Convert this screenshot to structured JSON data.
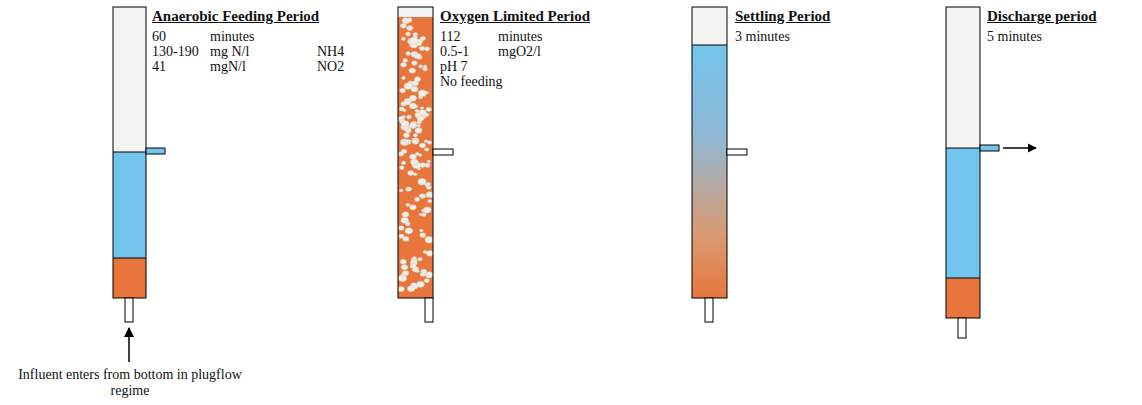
{
  "diagram": {
    "nodes": [
      {
        "text": [
          "Anaerobic Feeding Period",
          "60",
          "minutes",
          "130-190",
          "mg N/l",
          "NH4",
          "41",
          "mgN/l",
          "NO2"
        ]
      },
      {
        "text": [
          "Oxygen Limited Period",
          "112",
          "minutes",
          "0.5-1",
          "mgO2/l",
          "pH 7",
          "No feeding"
        ]
      },
      {
        "text": [
          "Settling Period",
          "3 minutes"
        ]
      },
      {
        "text": [
          "Discharge period",
          "5 minutes"
        ]
      }
    ],
    "labels": [
      "Influent enters from bottom in plugflow regime"
    ]
  }
}
